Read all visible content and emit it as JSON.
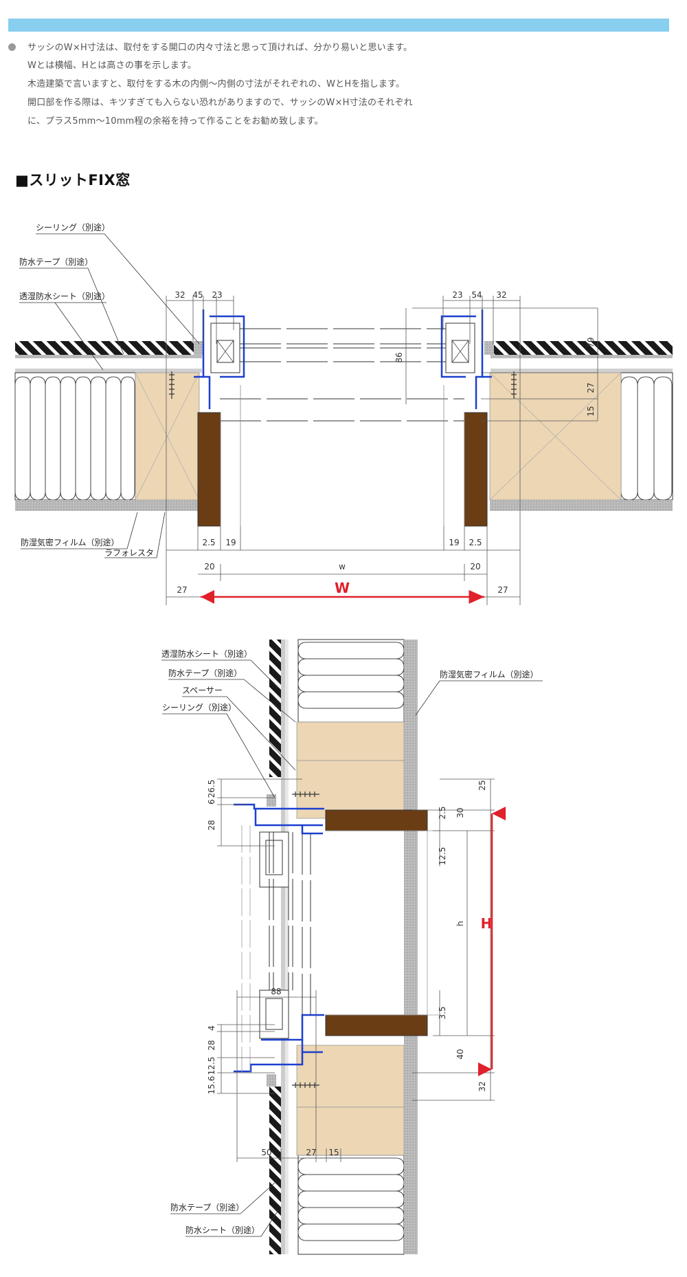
{
  "header": {
    "bar_color": "#87ceef"
  },
  "notes": {
    "lines": [
      "サッシのW×H寸法は、取付をする開口の内々寸法と思って頂ければ、分かり易いと思います。",
      "Wとは横幅、Hとは高さの事を示します。",
      "木造建築で言いますと、取付をする木の内側〜内側の寸法がそれぞれの、WとHを指します。",
      "開口部を作る際は、キツすぎても入らない恐れがありますので、サッシのW×H寸法のそれぞれ",
      "に、プラス5mm〜10mm程の余裕を持って作ることをお勧め致します。"
    ]
  },
  "section": {
    "title": "■スリットFIX窓"
  },
  "plan": {
    "labels": {
      "sealing": "シーリング（別途）",
      "waterproof_tape": "防水テープ（別途）",
      "breathable_sheet": "透湿防水シート（別途）",
      "vapor_film": "防湿気密フィルム（別途）",
      "lath": "ラフォレスタ"
    },
    "dims": {
      "left_32": "32",
      "left_45": "45",
      "left_23": "23",
      "right_23": "23",
      "right_54": "54",
      "right_32": "32",
      "glass_86": "86",
      "v_79": "79",
      "v_27": "27",
      "v_15": "15",
      "left_2_5": "2.5",
      "left_19": "19",
      "right_19": "19",
      "right_2_5": "2.5",
      "left_20": "20",
      "w_small": "w",
      "right_20": "20",
      "left_27": "27",
      "W": "W",
      "right_27": "27"
    }
  },
  "section_view": {
    "labels": {
      "breathable_sheet": "透湿防水シート（別途）",
      "waterproof_tape_top": "防水テープ（別途）",
      "spacer": "スペーサー",
      "sealing": "シーリング（別途）",
      "vapor_film": "防湿気密フィルム（別途）",
      "waterproof_tape_bottom": "防水テープ（別途）",
      "waterproof_sheet": "防水シート（別途）"
    },
    "dims": {
      "d26_5": "26.5",
      "d6": "6",
      "d28_top": "28",
      "d25": "25",
      "d30": "30",
      "d2_5": "2.5",
      "d12_5_top": "12.5",
      "h_small": "h",
      "H": "H",
      "d88": "88",
      "d3_5": "3.5",
      "d4": "4",
      "d28_bot": "28",
      "d12_5_bot": "12.5",
      "d15_6": "15.6",
      "d40": "40",
      "d32": "32",
      "d50": "50",
      "d27": "27",
      "d15": "15"
    }
  },
  "colors": {
    "wood_dark": "#6b3d14",
    "wood_light": "#ecd6b4",
    "frame_blue": "#1a3fd0",
    "dim_red": "#e0202a",
    "gray_panel": "#c8c8c8"
  }
}
